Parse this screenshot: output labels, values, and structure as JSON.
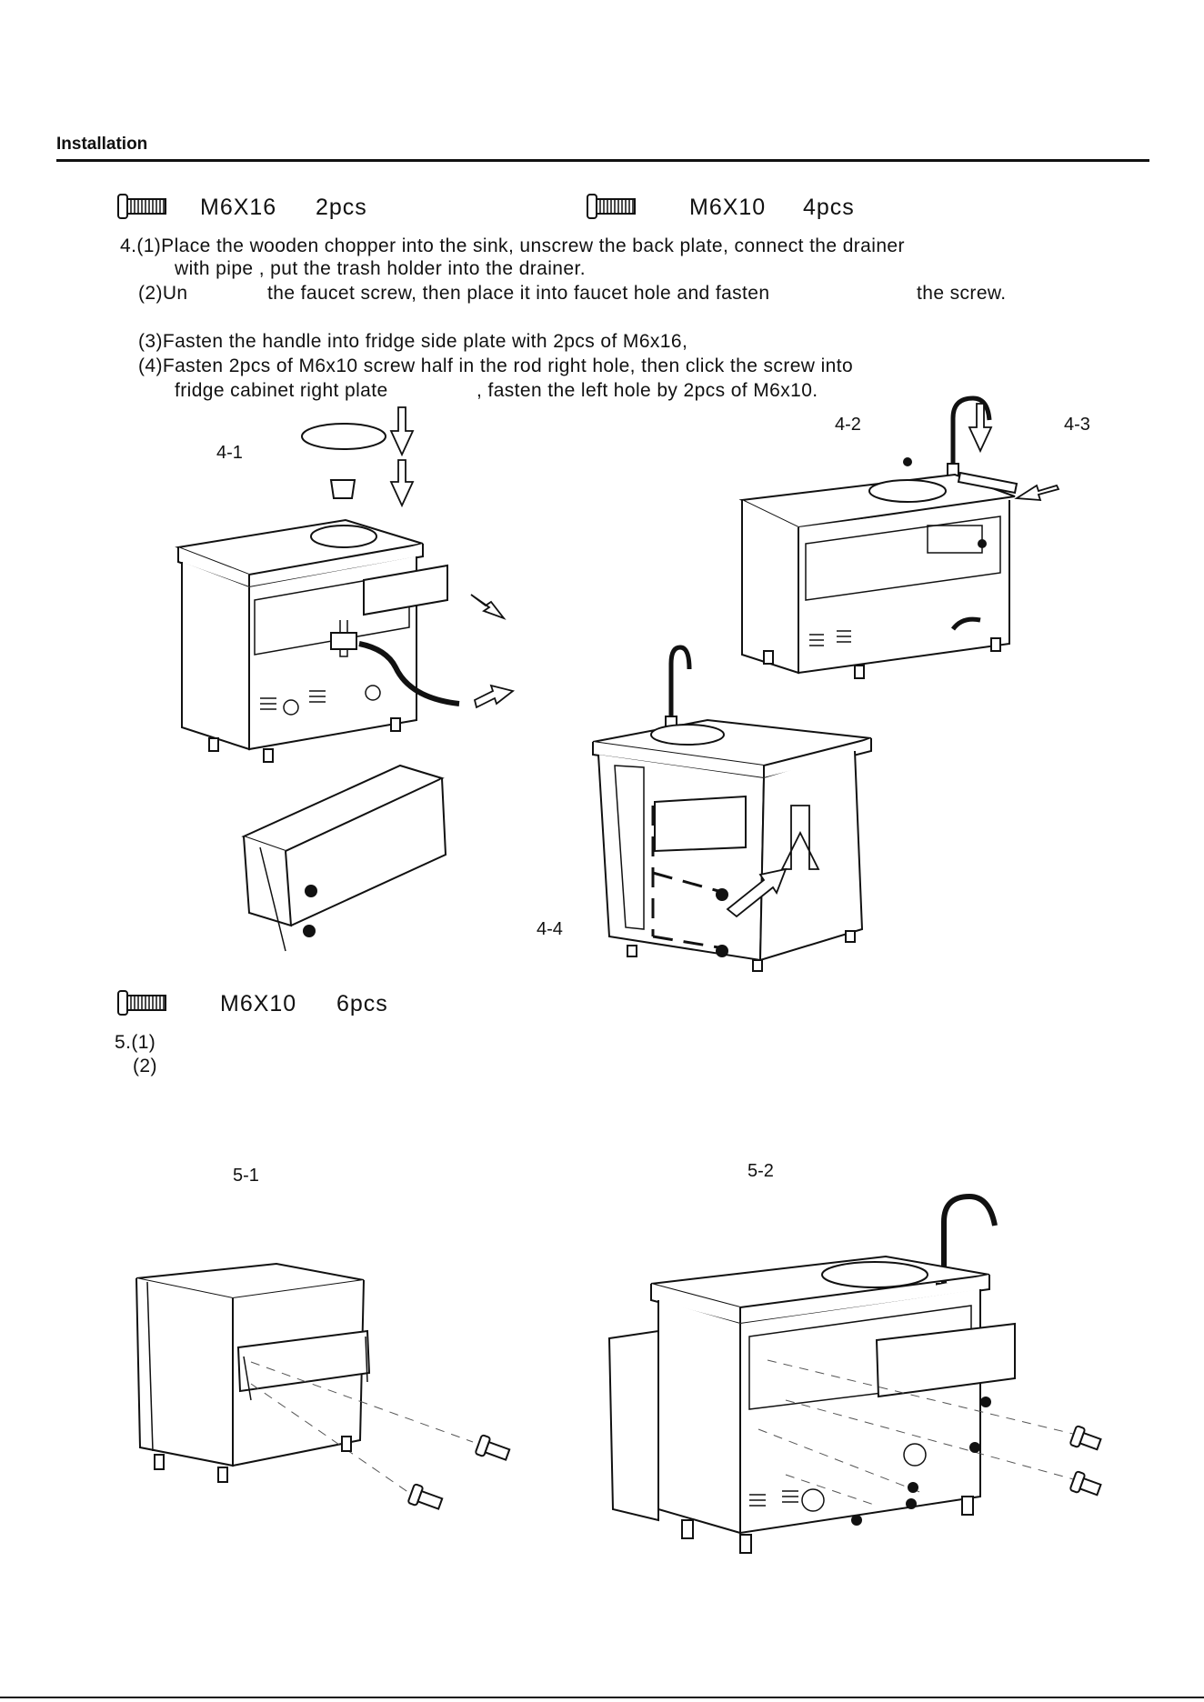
{
  "header": {
    "title": "Installation"
  },
  "parts_top": [
    {
      "icon": "screw-icon",
      "size": "M6X16",
      "qty": "2pcs"
    },
    {
      "icon": "screw-icon",
      "size": "M6X10",
      "qty": "4pcs"
    }
  ],
  "step4": {
    "line1": "4.(1)Place the wooden chopper into the sink, unscrew the back plate, connect the drainer",
    "line1b": "with pipe , put the trash holder into the drainer.",
    "line2a": "(2)Un",
    "line2b": "the faucet screw, then place it into faucet hole and fasten",
    "line2c": "the screw.",
    "line3": "(3)Fasten the handle into fridge side plate with 2pcs of M6x16,",
    "line4": "(4)Fasten 2pcs of  M6x10 screw half in the rod right hole, then click the screw into",
    "line4b": "fridge cabinet right plate",
    "line4c": ", fasten the left hole by 2pcs of M6x10."
  },
  "figures": {
    "f41": "4-1",
    "f42": "4-2",
    "f43": "4-3",
    "f44": "4-4",
    "f51": "5-1",
    "f52": "5-2"
  },
  "parts_bottom": {
    "icon": "screw-icon",
    "size": "M6X10",
    "qty": "6pcs"
  },
  "step5": {
    "line1": "5.(1)",
    "line2": "(2)"
  }
}
